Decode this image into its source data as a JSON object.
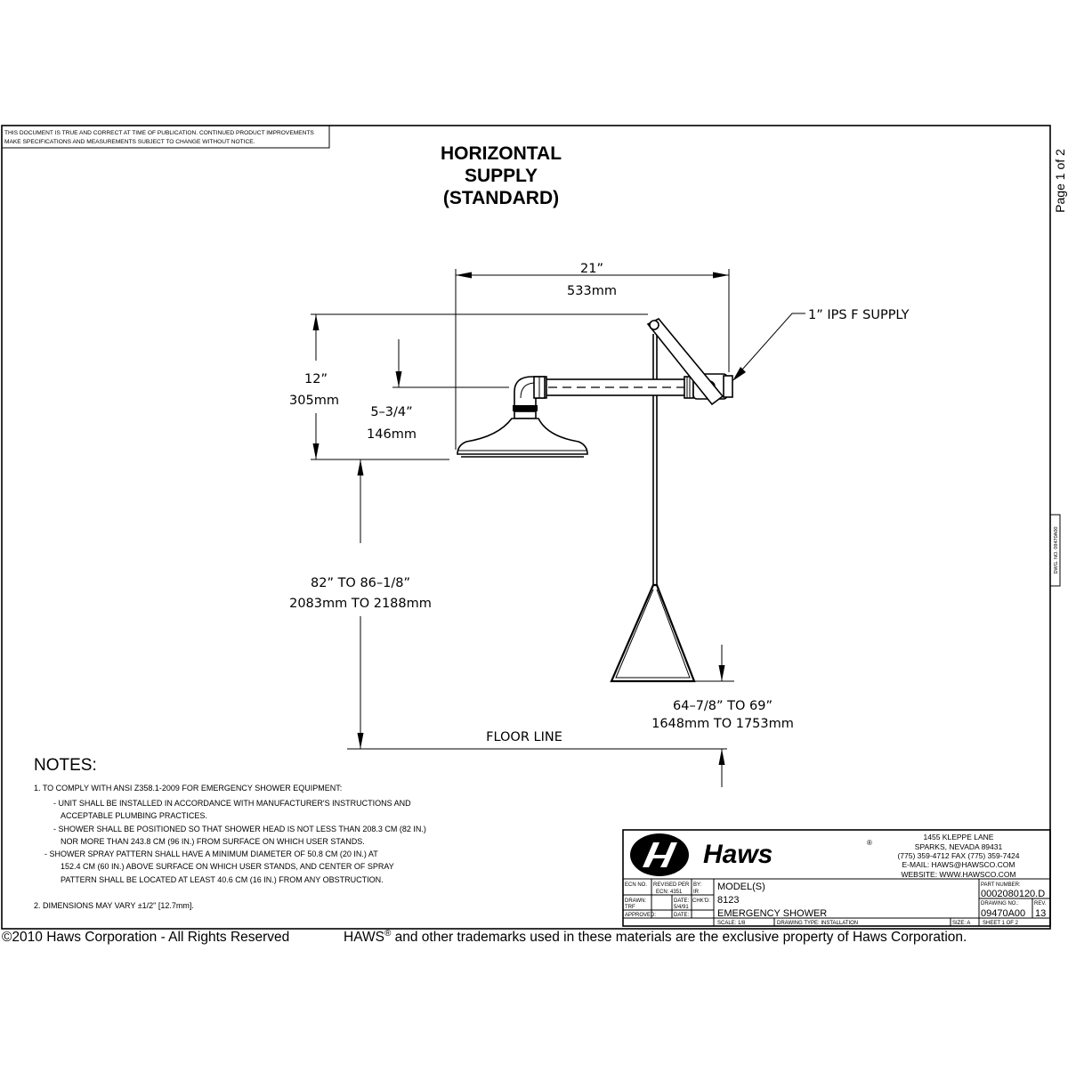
{
  "disclaimer": {
    "line1": "THIS DOCUMENT IS TRUE AND CORRECT AT TIME OF PUBLICATION. CONTINUED PRODUCT IMPROVEMENTS",
    "line2": "MAKE SPECIFICATIONS AND MEASUREMENTS SUBJECT TO CHANGE WITHOUT NOTICE."
  },
  "title": {
    "line1": "HORIZONTAL",
    "line2": "SUPPLY",
    "line3": "(STANDARD)"
  },
  "page_label": "Page 1 of 2",
  "side_tab": "DWG. NO. 09470A00",
  "dimensions": {
    "width_in": "21”",
    "width_mm": "533mm",
    "supply": "1” IPS F SUPPLY",
    "height_in": "12”",
    "height_mm": "305mm",
    "drop_in": "5–3/4”",
    "drop_mm": "146mm",
    "head_height_in": "82” TO 86–1/8”",
    "head_height_mm": "2083mm TO 2188mm",
    "handle_height_in": "64–7/8” TO 69”",
    "handle_height_mm": "1648mm TO 1753mm",
    "floor": "FLOOR LINE"
  },
  "notes": {
    "heading": "NOTES:",
    "lines": [
      "1. TO COMPLY WITH ANSI Z358.1-2009 FOR EMERGENCY SHOWER EQUIPMENT:",
      "- UNIT SHALL BE INSTALLED IN ACCORDANCE WITH MANUFACTURER'S INSTRUCTIONS AND",
      "ACCEPTABLE PLUMBING PRACTICES.",
      "- SHOWER SHALL BE POSITIONED SO THAT SHOWER HEAD IS NOT LESS THAN 208.3 CM (82 IN.)",
      "NOR MORE THAN 243.8 CM (96 IN.) FROM SURFACE ON WHICH USER STANDS.",
      "- SHOWER SPRAY PATTERN SHALL HAVE A MINIMUM DIAMETER OF 50.8 CM (20 IN.) AT",
      "152.4 CM (60 IN.) ABOVE SURFACE ON WHICH USER STANDS, AND CENTER OF SPRAY",
      "PATTERN SHALL BE LOCATED AT LEAST 40.6 CM (16 IN.) FROM ANY OBSTRUCTION.",
      "2.    DIMENSIONS MAY VARY ±1/2\" [12.7mm]."
    ]
  },
  "title_block": {
    "brand": "Haws",
    "registered": "®",
    "address": [
      "1455 KLEPPE LANE",
      "SPARKS, NEVADA 89431",
      "(775) 359-4712     FAX (775) 359-7424",
      "E-MAIL: HAWS@HAWSCO.COM",
      "WEBSITE: WWW.HAWSCO.COM"
    ],
    "ecn_no_label": "ECN NO.",
    "revised_per_label": "REVISED PER",
    "revised_per_value": "ECN: 4351",
    "by_label": "BY:",
    "by_value": "IR",
    "drawn_label": "DRAWN:",
    "drawn_value": "TRF",
    "date_label": "DATE:",
    "date_value": "5/4/91",
    "chkd_label": "CHK'D:",
    "approved_label": "APPROVED:",
    "date2_label": "DATE:",
    "models_label": "MODEL(S)",
    "models_value": "8123",
    "description": "EMERGENCY SHOWER",
    "scale_label": "SCALE:  1/8",
    "drawing_type": "DRAWING TYPE:  INSTALLATION",
    "part_number_label": "PART NUMBER:",
    "part_number_value": "0002080120.D",
    "drawing_no_label": "DRAWING NO.:",
    "drawing_no_value": "09470A00",
    "rev_label": "REV.",
    "rev_value": "13",
    "size_label": "SIZE:  A",
    "sheet_label": "SHEET    1  OF  2"
  },
  "footer": {
    "copyright": "©2010 Haws Corporation - All Rights Reserved",
    "trademark_brand": "HAWS",
    "trademark_mark": "®",
    "trademark_text": " and other trademarks used in these materials are the exclusive property of Haws Corporation."
  }
}
